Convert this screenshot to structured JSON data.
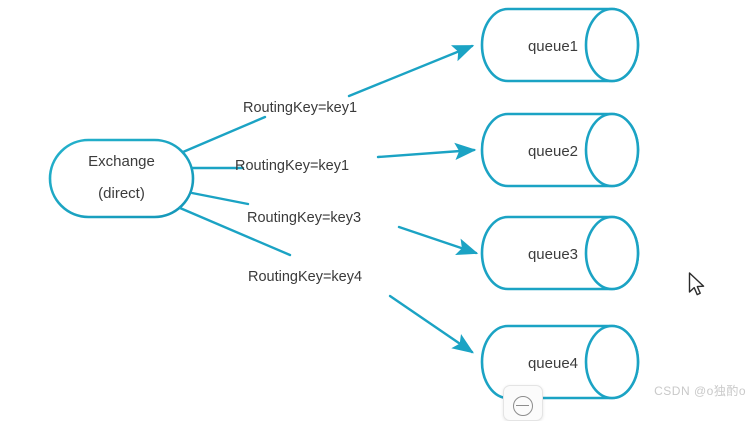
{
  "diagram": {
    "title": "RabbitMQ direct exchange routing diagram",
    "background": "#ffffff",
    "accent_color": "#1ba3c4",
    "text_color": "#3c3c3c",
    "exchange": {
      "line1": "Exchange",
      "line2": "(direct)",
      "shape": "rounded-rectangle"
    },
    "edges": [
      {
        "label": "RoutingKey=key1",
        "target": "queue1"
      },
      {
        "label": "RoutingKey=key1",
        "target": "queue2"
      },
      {
        "label": "RoutingKey=key3",
        "target": "queue3"
      },
      {
        "label": "RoutingKey=key4",
        "target": "queue4"
      }
    ],
    "queues": [
      {
        "label": "queue1",
        "shape": "cylinder"
      },
      {
        "label": "queue2",
        "shape": "cylinder"
      },
      {
        "label": "queue3",
        "shape": "cylinder"
      },
      {
        "label": "queue4",
        "shape": "cylinder"
      }
    ]
  },
  "overlay": {
    "watermark": "CSDN @o独酌o",
    "widget_icon": "minus-circle-icon",
    "cursor_icon": "arrow-cursor-icon"
  }
}
